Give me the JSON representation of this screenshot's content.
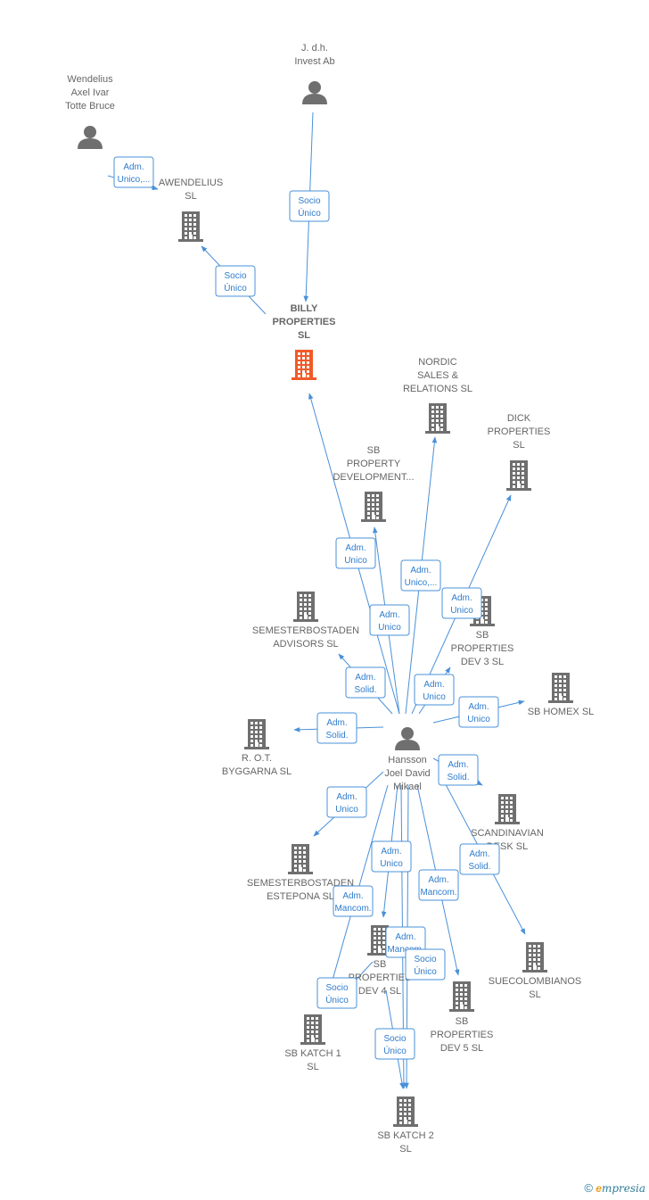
{
  "colors": {
    "edge": "#4a90d9",
    "edge_text": "#2f7ccc",
    "node_icon": "#6f6f6f",
    "node_icon_main": "#f05a28",
    "label": "#666666"
  },
  "brand": {
    "copyright_symbol": "©",
    "first_letter": "e",
    "rest": "mpresia"
  },
  "nodes": [
    {
      "id": "jdh",
      "type": "person",
      "label": [
        "J. d.h.",
        "Invest Ab"
      ]
    },
    {
      "id": "wendelius",
      "type": "person",
      "label": [
        "Wendelius",
        "Axel Ivar",
        "Totte Bruce"
      ]
    },
    {
      "id": "awendelius",
      "type": "company",
      "label": [
        "AWENDELIUS",
        "SL"
      ]
    },
    {
      "id": "billy",
      "type": "company",
      "main": true,
      "label": [
        "BILLY",
        "PROPERTIES",
        "SL"
      ]
    },
    {
      "id": "nordic",
      "type": "company",
      "label": [
        "NORDIC",
        "SALES &",
        "RELATIONS  SL"
      ]
    },
    {
      "id": "dick",
      "type": "company",
      "label": [
        "DICK",
        "PROPERTIES",
        "SL"
      ]
    },
    {
      "id": "sbpropdev",
      "type": "company",
      "label": [
        "SB",
        "PROPERTY",
        "DEVELOPMENT..."
      ]
    },
    {
      "id": "semadv",
      "type": "company",
      "label": [
        "SEMESTERBOSTADEN",
        "ADVISORS  SL"
      ]
    },
    {
      "id": "sbdev3",
      "type": "company",
      "label": [
        "SB",
        "PROPERTIES",
        "DEV 3  SL"
      ]
    },
    {
      "id": "sbhomex",
      "type": "company",
      "label": [
        "SB HOMEX  SL"
      ]
    },
    {
      "id": "hansson",
      "type": "person",
      "label": [
        "Hansson",
        "Joel David",
        "Mikael"
      ]
    },
    {
      "id": "rot",
      "type": "company",
      "label": [
        "R. O.T.",
        "BYGGARNA  SL"
      ]
    },
    {
      "id": "scandinavian",
      "type": "company",
      "label": [
        "SCANDINAVIAN",
        "DESK  SL"
      ]
    },
    {
      "id": "semest",
      "type": "company",
      "label": [
        "SEMESTERBOSTADEN",
        "ESTEPONA  SL"
      ]
    },
    {
      "id": "suecol",
      "type": "company",
      "label": [
        "SUECOLOMBIANOS",
        "SL"
      ]
    },
    {
      "id": "sbdev4",
      "type": "company",
      "label": [
        "SB",
        "PROPERTIES",
        "DEV 4  SL"
      ]
    },
    {
      "id": "sbdev5",
      "type": "company",
      "label": [
        "SB",
        "PROPERTIES",
        "DEV 5  SL"
      ]
    },
    {
      "id": "sbkatch1",
      "type": "company",
      "label": [
        "SB KATCH 1",
        "SL"
      ]
    },
    {
      "id": "sbkatch2",
      "type": "company",
      "label": [
        "SB KATCH 2",
        "SL"
      ]
    }
  ],
  "edges": [
    {
      "from": "jdh",
      "to": "billy",
      "label": [
        "Socio",
        "Único"
      ]
    },
    {
      "from": "wendelius",
      "to": "awendelius",
      "label": [
        "Adm.",
        "Unico,..."
      ]
    },
    {
      "from": "billy",
      "to": "awendelius",
      "label": [
        "Socio",
        "Único"
      ]
    },
    {
      "from": "hansson",
      "to": "billy",
      "label": [
        "Adm.",
        "Unico"
      ]
    },
    {
      "from": "hansson",
      "to": "sbpropdev",
      "label": [
        "Adm.",
        "Unico"
      ]
    },
    {
      "from": "hansson",
      "to": "nordic",
      "label": [
        "Adm.",
        "Unico,..."
      ]
    },
    {
      "from": "hansson",
      "to": "dick",
      "label": [
        "Adm.",
        "Unico"
      ]
    },
    {
      "from": "hansson",
      "to": "sbdev3",
      "label": [
        "Adm.",
        "Unico"
      ]
    },
    {
      "from": "hansson",
      "to": "semadv",
      "label": [
        "Adm.",
        "Solid."
      ]
    },
    {
      "from": "hansson",
      "to": "sbhomex",
      "label": [
        "Adm.",
        "Unico"
      ]
    },
    {
      "from": "hansson",
      "to": "rot",
      "label": [
        "Adm.",
        "Solid."
      ]
    },
    {
      "from": "hansson",
      "to": "scandinavian",
      "label": [
        "Adm.",
        "Solid."
      ]
    },
    {
      "from": "hansson",
      "to": "semest",
      "label": [
        "Adm.",
        "Unico"
      ]
    },
    {
      "from": "hansson",
      "to": "suecol",
      "label": [
        "Adm.",
        "Solid."
      ]
    },
    {
      "from": "hansson",
      "to": "sbdev4",
      "label": [
        "Adm.",
        "Unico"
      ]
    },
    {
      "from": "hansson",
      "to": "sbdev5",
      "label": [
        "Adm.",
        "Mancom."
      ]
    },
    {
      "from": "hansson",
      "to": "sbkatch1",
      "label": [
        "Adm.",
        "Mancom."
      ]
    },
    {
      "from": "hansson",
      "to": "sbkatch2",
      "label": [
        "Adm.",
        "Mancom."
      ]
    },
    {
      "from": "sbdev4",
      "to": "sbkatch2",
      "label": [
        "Socio",
        "Único"
      ]
    },
    {
      "from": "hansson",
      "to": "sbkatch2",
      "label": [
        "Socio",
        "Único"
      ]
    },
    {
      "from": "sbdev4",
      "to": "sbkatch1",
      "label": [
        "Socio",
        "Único"
      ]
    }
  ]
}
